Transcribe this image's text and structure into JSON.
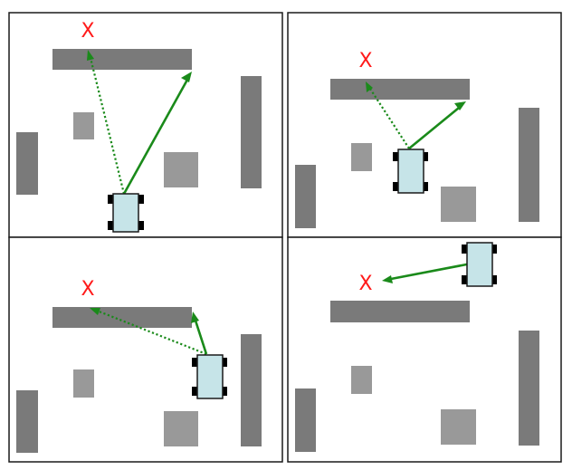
{
  "colors": {
    "frame": "#1a1a1a",
    "wall": "#7a7a7a",
    "block": "#999999",
    "goal": "#ff1a1a",
    "path": "#1a8a1a",
    "car_body": "#c6e4e8",
    "car_wheel": "#000000"
  },
  "panels": [
    {
      "goal_label": "X",
      "paths": [
        "solid",
        "dotted"
      ]
    },
    {
      "goal_label": "X",
      "paths": [
        "solid",
        "dotted"
      ]
    },
    {
      "goal_label": "X",
      "paths": [
        "solid",
        "dotted"
      ]
    },
    {
      "goal_label": "X",
      "paths": [
        "solid"
      ]
    }
  ]
}
